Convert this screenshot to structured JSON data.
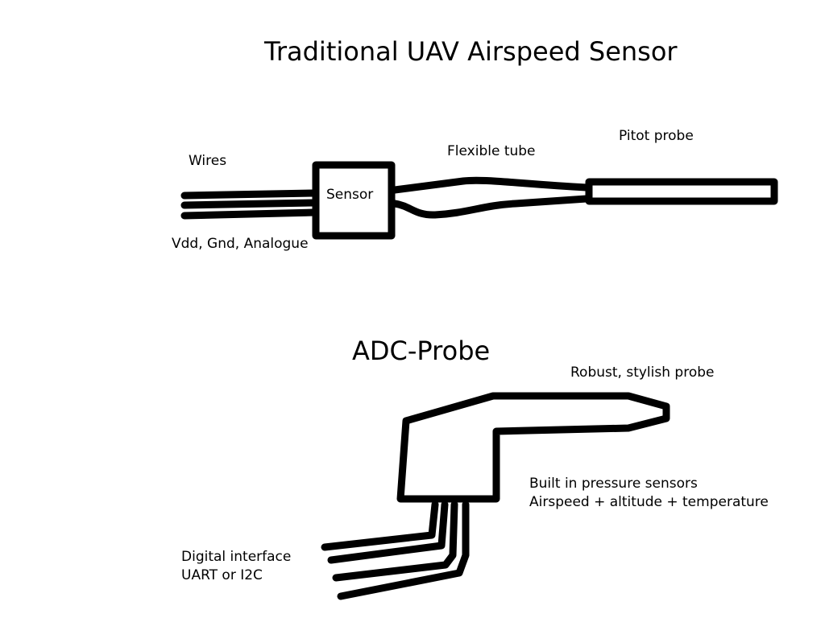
{
  "diagram": {
    "traditional": {
      "title": "Traditional UAV Airspeed Sensor",
      "labels": {
        "wires": "Wires",
        "wire_signals": "Vdd, Gnd, Analogue",
        "sensor": "Sensor",
        "flexible_tube": "Flexible tube",
        "pitot_probe": "Pitot probe"
      }
    },
    "adc_probe": {
      "title": "ADC-Probe",
      "labels": {
        "probe": "Robust, stylish probe",
        "sensors_line1": "Built in pressure sensors",
        "sensors_line2": "Airspeed + altitude + temperature",
        "interface_line1": "Digital interface",
        "interface_line2": "UART or I2C"
      }
    },
    "colors": {
      "ink": "#000000",
      "background": "#ffffff"
    }
  }
}
